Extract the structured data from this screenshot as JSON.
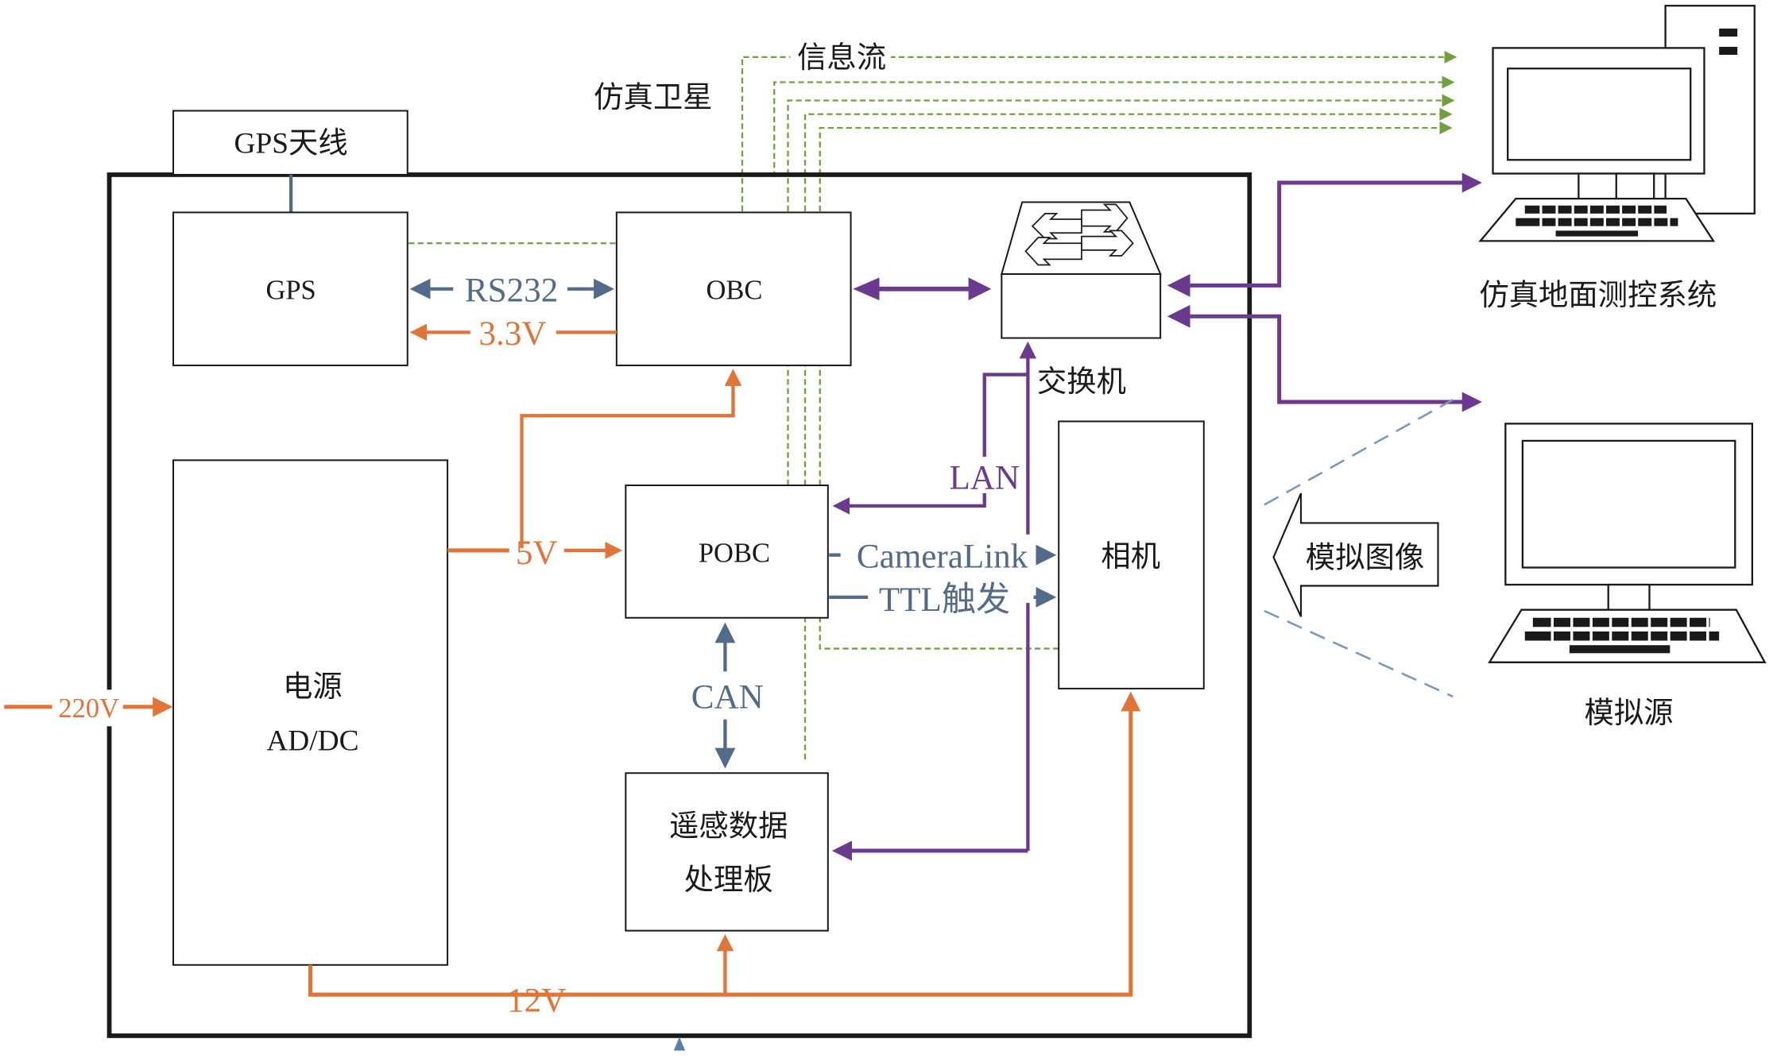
{
  "diagram": {
    "title_labels": {
      "sim_satellite": "仿真卫星",
      "info_flow": "信息流"
    },
    "blocks": {
      "gps_antenna": "GPS天线",
      "gps": "GPS",
      "obc": "OBC",
      "switch": "交换机",
      "power_line1": "电源",
      "power_line2": "AD/DC",
      "pobc": "POBC",
      "camera": "相机",
      "rs_board_line1": "遥感数据",
      "rs_board_line2": "处理板"
    },
    "external": {
      "ground_station": "仿真地面测控系统",
      "sim_source": "模拟源",
      "sim_image": "模拟图像"
    },
    "links": {
      "rs232": "RS232",
      "v33": "3.3V",
      "v5": "5V",
      "v12": "12V",
      "v220": "220V",
      "lan": "LAN",
      "cameralink": "CameraLink",
      "ttl": "TTL触发",
      "can": "CAN"
    },
    "colors": {
      "data_bus": "#536a8a",
      "power": "#e0753a",
      "ethernet": "#6b3a8e",
      "info_flow": "#70a040",
      "outline": "#1a1a1a"
    }
  }
}
